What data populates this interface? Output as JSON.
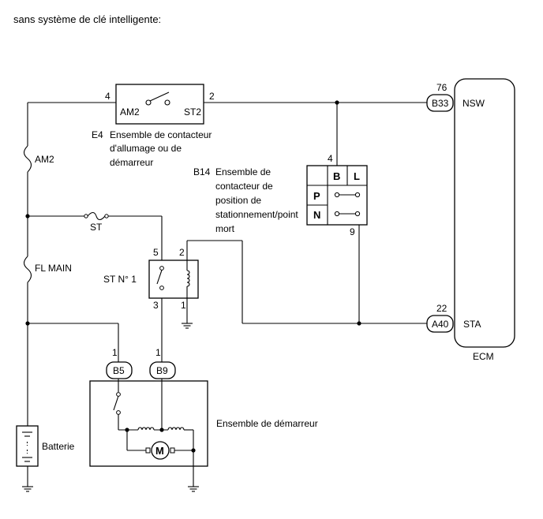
{
  "header": {
    "title": "sans système de clé intelligente:"
  },
  "ignition_switch": {
    "code": "E4",
    "name_lines": [
      "Ensemble de contacteur",
      "d'allumage ou de",
      "démarreur"
    ],
    "pin_left": "4",
    "pin_right": "2",
    "term_left": "AM2",
    "term_right": "ST2"
  },
  "park_neutral_switch": {
    "code": "B14",
    "name_lines": [
      "Ensemble de",
      "contacteur de",
      "position de",
      "stationnement/point",
      "mort"
    ],
    "pin_top": "4",
    "pin_bottom": "9",
    "col_headers": [
      "B",
      "L"
    ],
    "row_labels": [
      "P",
      "N"
    ]
  },
  "ecm": {
    "label": "ECM",
    "top_pin": "76",
    "top_connector": "B33",
    "top_terminal": "NSW",
    "bottom_pin": "22",
    "bottom_connector": "A40",
    "bottom_terminal": "STA"
  },
  "fuses": {
    "am2": "AM2",
    "fl_main": "FL MAIN",
    "st": "ST"
  },
  "relay": {
    "label": "ST N° 1",
    "pin_5": "5",
    "pin_2": "2",
    "pin_3": "3",
    "pin_1": "1"
  },
  "starter": {
    "label": "Ensemble de démarreur",
    "connector_left": "B5",
    "connector_right": "B9",
    "pin_left": "1",
    "pin_right": "1",
    "motor_symbol": "M"
  },
  "battery": {
    "label": "Batterie"
  }
}
